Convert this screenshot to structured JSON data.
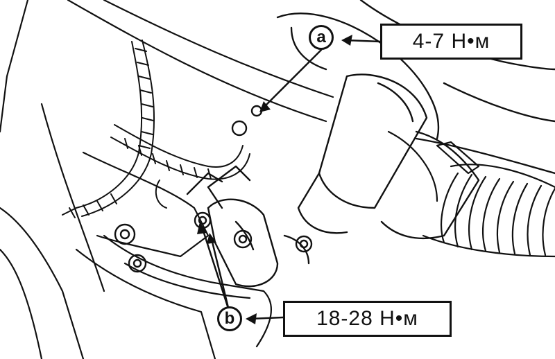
{
  "callouts": [
    {
      "letter": "a",
      "torque": "4-7 Н•м"
    },
    {
      "letter": "b",
      "torque": "18-28 Н•м"
    }
  ],
  "colors": {
    "ink": "#111111",
    "background": "#ffffff"
  }
}
